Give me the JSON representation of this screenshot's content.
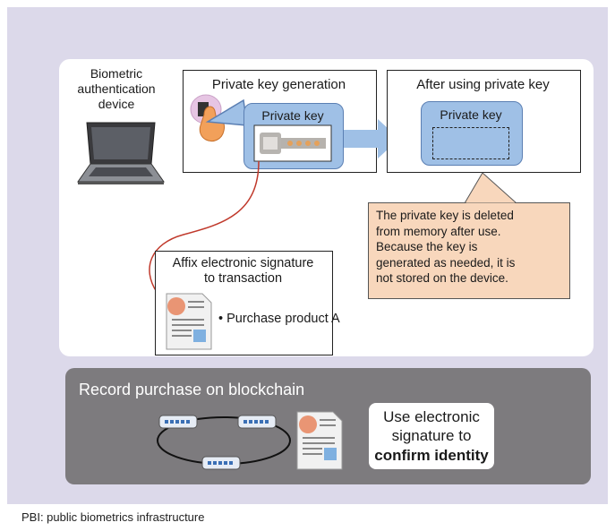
{
  "device_label": [
    "Biometric",
    "authentication",
    "device"
  ],
  "private_key_generation": "Private key generation",
  "after_using_private_key": "After using private key",
  "private_key_left": "Private key",
  "private_key_right": "Private key",
  "note_lines": [
    "The private key is deleted",
    "from memory after use.",
    "Because the key is",
    "generated as needed, it is",
    "not stored on the device."
  ],
  "affix_lines": [
    "Affix electronic signature",
    "to transaction"
  ],
  "purchase_item": "• Purchase product A",
  "record_title": "Record purchase on blockchain",
  "confirm_lines": [
    "Use electronic",
    "signature to"
  ],
  "confirm_bold": "confirm identity",
  "footnote": "PBI: public biometrics infrastructure",
  "colors": {
    "background": "#dcd9ea",
    "key_blue": "#9fc0e6",
    "note_peach": "#f8d7bc",
    "bottom_panel": "#7d7b7e",
    "arrow_red": "#c0392b"
  }
}
